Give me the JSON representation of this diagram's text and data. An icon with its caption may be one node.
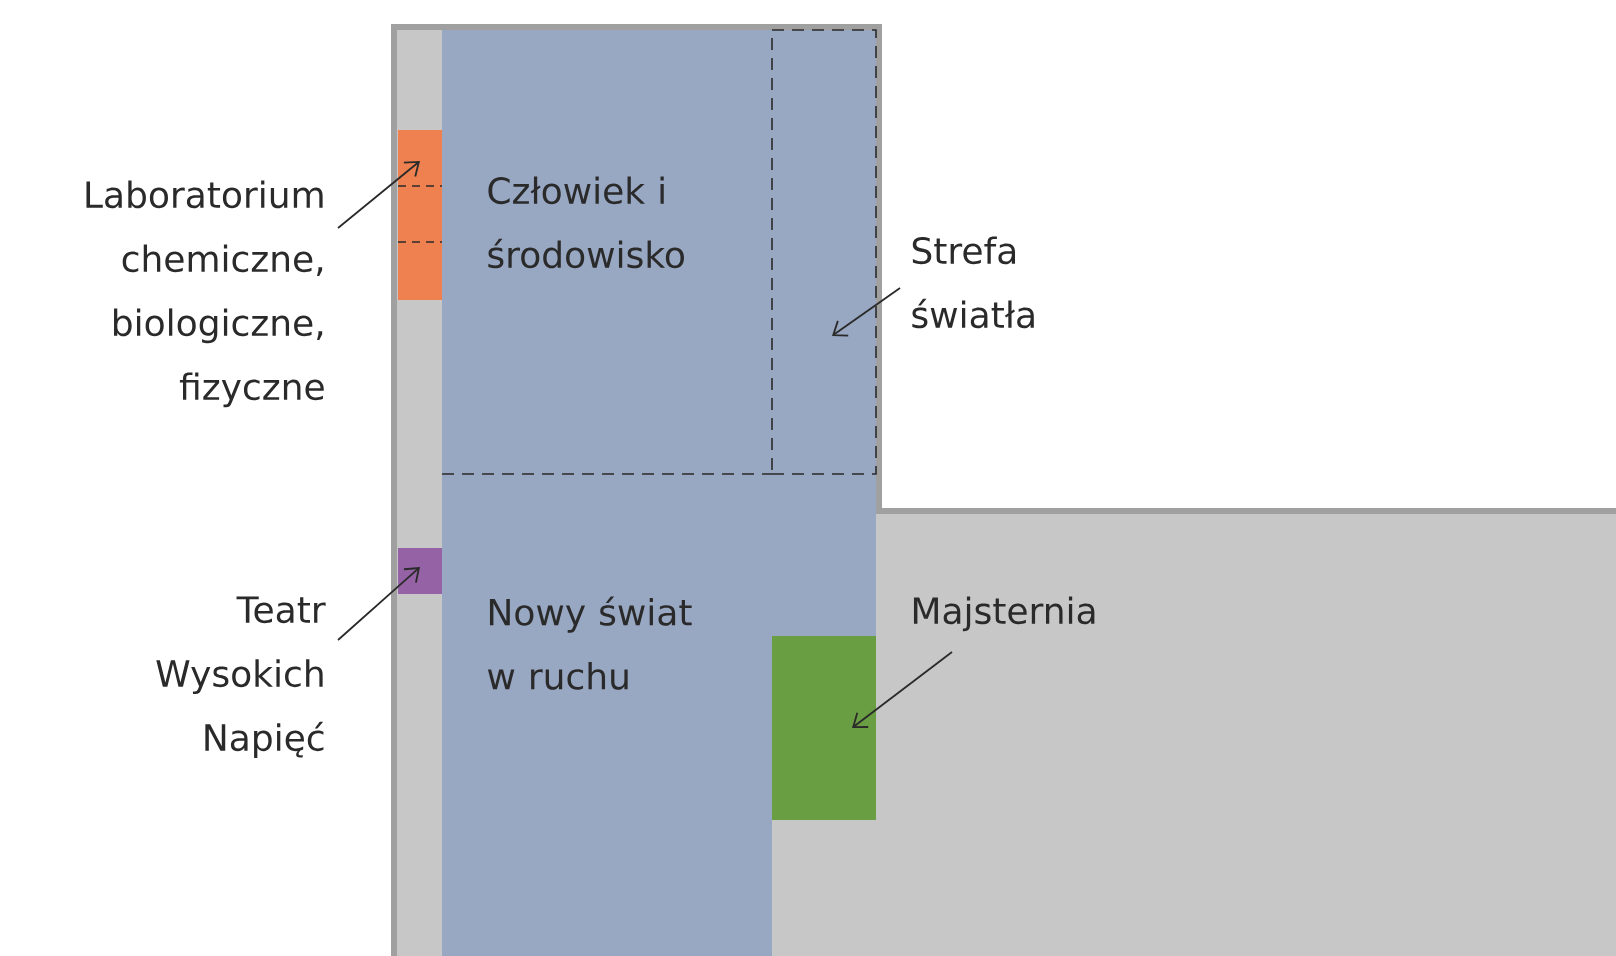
{
  "diagram": {
    "nodes": [
      {
        "text": [
          "Laboratorium chemiczne, biologiczne, fizyczne"
        ]
      },
      {
        "text": [],
        "shape": "box"
      },
      {
        "text": [
          "Teatr Wysokich Napięć"
        ]
      },
      {
        "text": [],
        "shape": "box"
      },
      {
        "text": [
          "Strefa światła"
        ]
      },
      {
        "text": [],
        "shape": "box"
      },
      {
        "text": [
          "Majsternia"
        ]
      },
      {
        "text": [],
        "shape": "box"
      }
    ],
    "edges": [
      {
        "from": 0,
        "to": 1,
        "arrow": "to"
      },
      {
        "from": 2,
        "to": 3,
        "arrow": "to"
      },
      {
        "from": 4,
        "to": 5,
        "arrow": "to"
      },
      {
        "from": 6,
        "to": 7,
        "arrow": "to"
      }
    ],
    "labels": [
      "Człowiek i środowisko",
      "Nowy świat w ruchu"
    ]
  }
}
